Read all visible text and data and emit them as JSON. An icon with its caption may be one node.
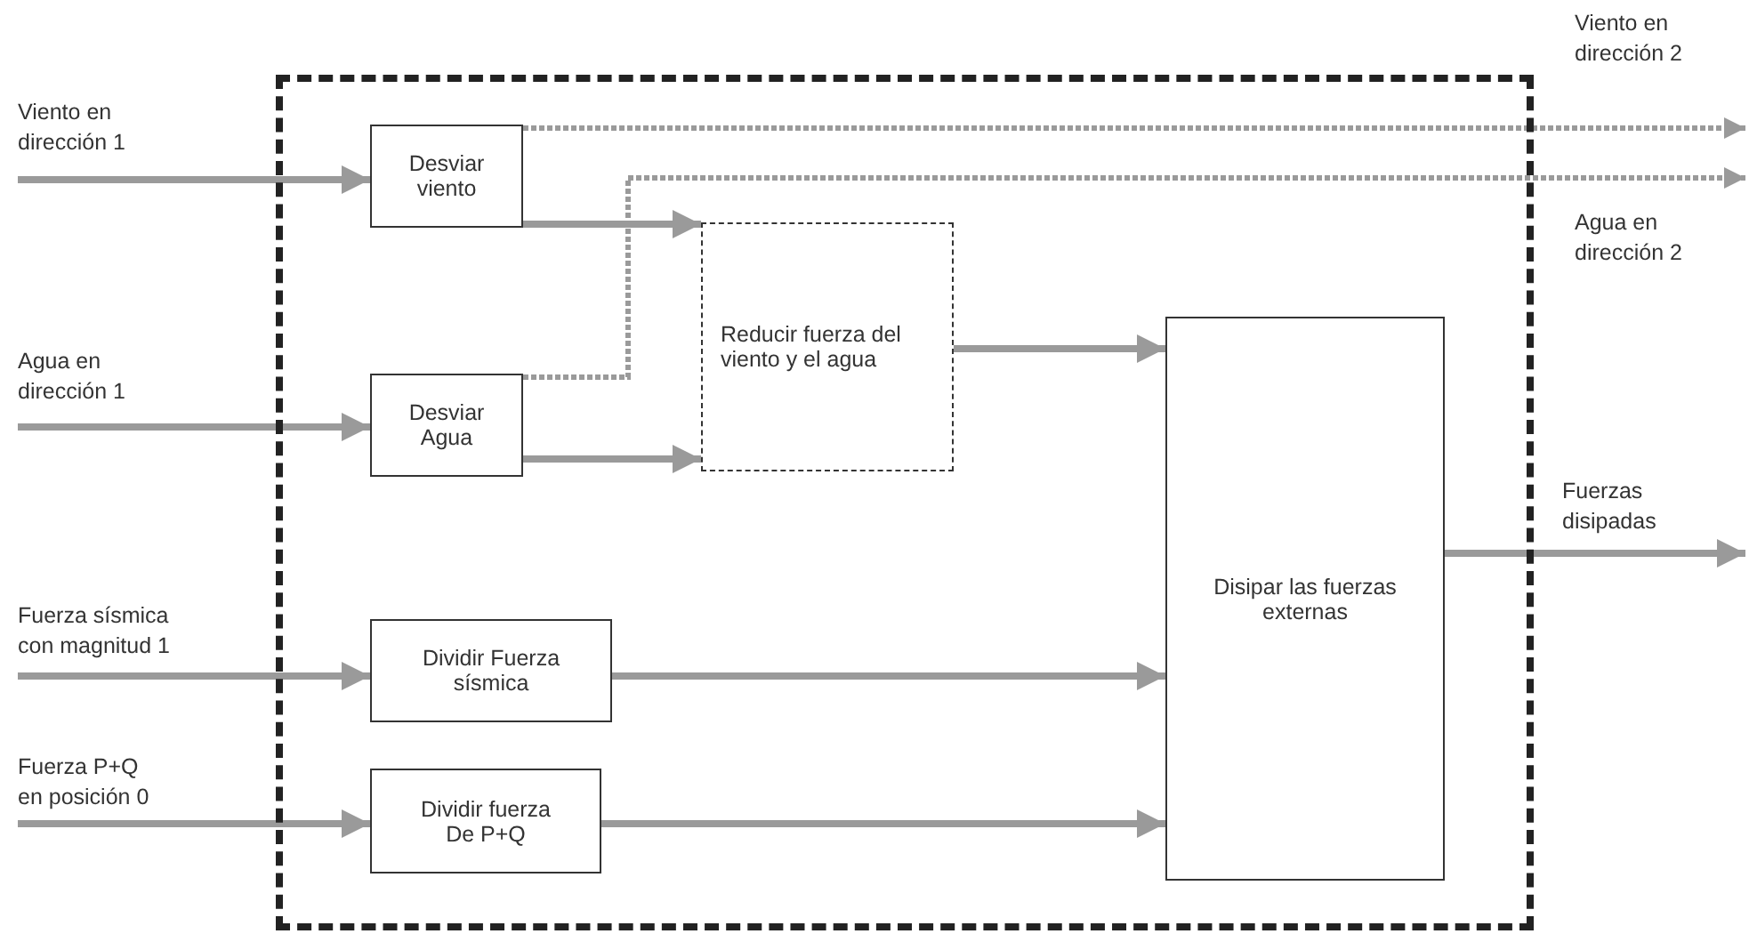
{
  "diagram": {
    "nodes": [
      {
        "text": [],
        "shape": "box"
      },
      {
        "text": [
          "Viento en dirección 1"
        ]
      },
      {
        "text": [
          "Agua en dirección 1"
        ]
      },
      {
        "text": [
          "Fuerza sísmica con magnitud 1"
        ]
      },
      {
        "text": [
          "Fuerza P+Q en posición 0"
        ]
      },
      {
        "text": [
          "Desviar viento"
        ],
        "in": 0
      },
      {
        "text": [
          "Desviar Agua"
        ],
        "in": 0
      },
      {
        "text": [
          "Reducir fuerza del viento y el agua"
        ],
        "in": 0
      },
      {
        "text": [
          "Dividir Fuerza sísmica"
        ],
        "in": 0
      },
      {
        "text": [
          "Dividir fuerza De P+Q"
        ],
        "in": 0
      },
      {
        "text": [
          "Disipar las fuerzas externas"
        ],
        "in": 0
      },
      {
        "text": [
          "Viento en dirección 2"
        ]
      },
      {
        "text": [
          "Agua en dirección 2"
        ]
      },
      {
        "text": [
          "Fuerzas disipadas"
        ]
      }
    ],
    "edges": [
      {
        "from": 1,
        "to": 5,
        "arrow": "to"
      },
      {
        "from": 2,
        "to": 6,
        "arrow": "to"
      },
      {
        "from": 3,
        "to": 8,
        "arrow": "to"
      },
      {
        "from": 4,
        "to": 9,
        "arrow": "to"
      },
      {
        "from": 5,
        "to": 7,
        "arrow": "to"
      },
      {
        "from": 6,
        "to": 7,
        "arrow": "to"
      },
      {
        "from": 5,
        "to": 11,
        "arrow": "to",
        "style": "dashed"
      },
      {
        "from": 6,
        "to": 12,
        "arrow": "to",
        "style": "dashed"
      },
      {
        "from": 7,
        "to": 10,
        "arrow": "to"
      },
      {
        "from": 8,
        "to": 10,
        "arrow": "to"
      },
      {
        "from": 9,
        "to": 10,
        "arrow": "to"
      },
      {
        "from": 10,
        "to": 13,
        "arrow": "to"
      }
    ]
  }
}
